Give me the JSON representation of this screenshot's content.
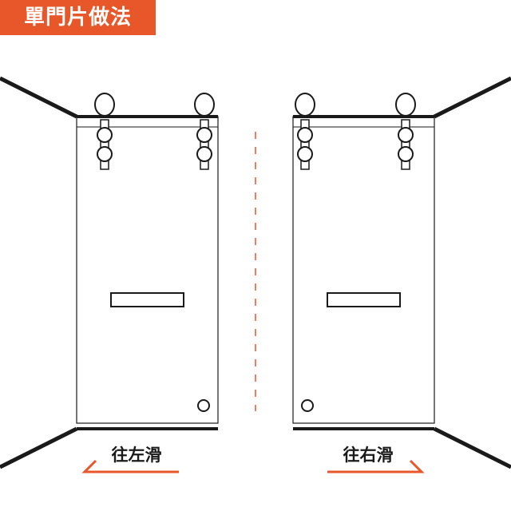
{
  "title": "單門片做法",
  "colors": {
    "accent": "#e8572a",
    "line": "#1a1a1a",
    "title_text": "#ffffff"
  },
  "panels": [
    {
      "id": "left",
      "direction_label": "往左滑",
      "arrow": "left-arrow"
    },
    {
      "id": "right",
      "direction_label": "往右滑",
      "arrow": "right-arrow"
    }
  ]
}
